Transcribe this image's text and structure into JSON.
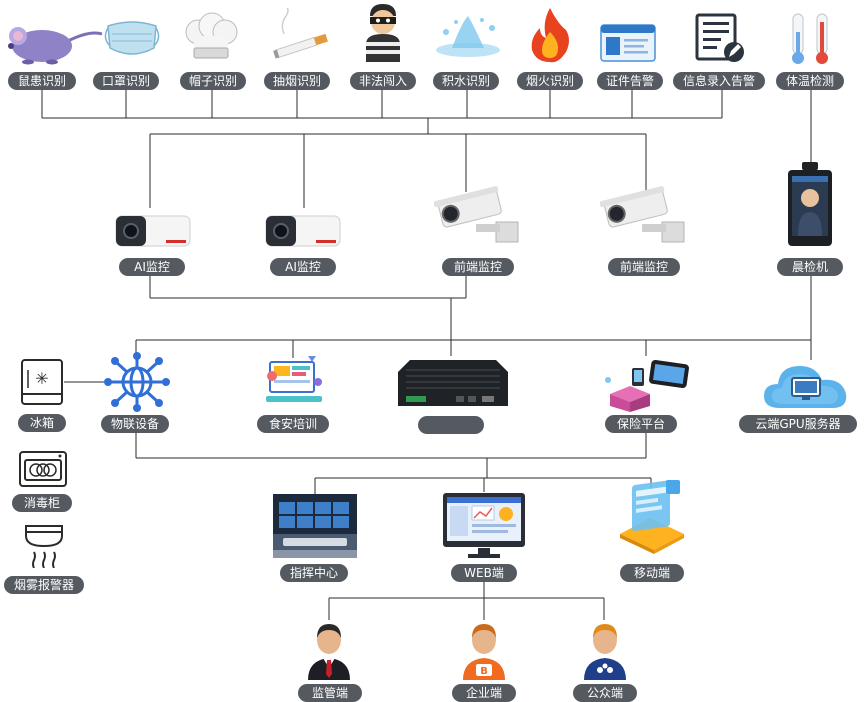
{
  "top_row": [
    {
      "label": "鼠患识别",
      "icon": "rat-icon"
    },
    {
      "label": "口罩识别",
      "icon": "face-mask-icon"
    },
    {
      "label": "帽子识别",
      "icon": "chef-hat-icon"
    },
    {
      "label": "抽烟识别",
      "icon": "cigarette-icon"
    },
    {
      "label": "非法闯入",
      "icon": "intruder-icon"
    },
    {
      "label": "积水识别",
      "icon": "water-splash-icon"
    },
    {
      "label": "烟火识别",
      "icon": "fire-icon"
    },
    {
      "label": "证件告警",
      "icon": "id-card-icon"
    },
    {
      "label": "信息录入告警",
      "icon": "form-edit-icon"
    },
    {
      "label": "体温检测",
      "icon": "thermometer-icon"
    }
  ],
  "cameras": [
    {
      "label": "AI监控",
      "icon": "bullet-camera-icon"
    },
    {
      "label": "AI监控",
      "icon": "bullet-camera-icon"
    },
    {
      "label": "前端监控",
      "icon": "box-camera-icon"
    },
    {
      "label": "前端监控",
      "icon": "box-camera-icon"
    }
  ],
  "morning_check": {
    "label": "晨检机",
    "icon": "face-terminal-icon"
  },
  "middle_row": [
    {
      "label": "物联设备",
      "icon": "iot-globe-icon"
    },
    {
      "label": "食安培训",
      "icon": "training-icon"
    },
    {
      "label": "",
      "icon": "edge-box-icon"
    },
    {
      "label": "保险平台",
      "icon": "insurance-icon"
    }
  ],
  "cloud_server": {
    "label": "云端GPU服务器",
    "icon": "cloud-server-icon"
  },
  "left_devices": [
    {
      "label": "冰箱",
      "icon": "fridge-icon"
    },
    {
      "label": "消毒柜",
      "icon": "sterilizer-icon"
    },
    {
      "label": "烟雾报警器",
      "icon": "smoke-alarm-icon"
    }
  ],
  "terminals": [
    {
      "label": "指挥中心",
      "icon": "command-center-icon"
    },
    {
      "label": "WEB端",
      "icon": "web-monitor-icon"
    },
    {
      "label": "移动端",
      "icon": "mobile-ui-icon"
    }
  ],
  "users": [
    {
      "label": "监管端",
      "icon": "supervisor-icon"
    },
    {
      "label": "企业端",
      "icon": "enterprise-user-icon"
    },
    {
      "label": "公众端",
      "icon": "public-user-icon"
    }
  ],
  "colors": {
    "label_bg": "#555a61",
    "line": "#2b2b2b",
    "accent_blue": "#2f6fd6"
  }
}
